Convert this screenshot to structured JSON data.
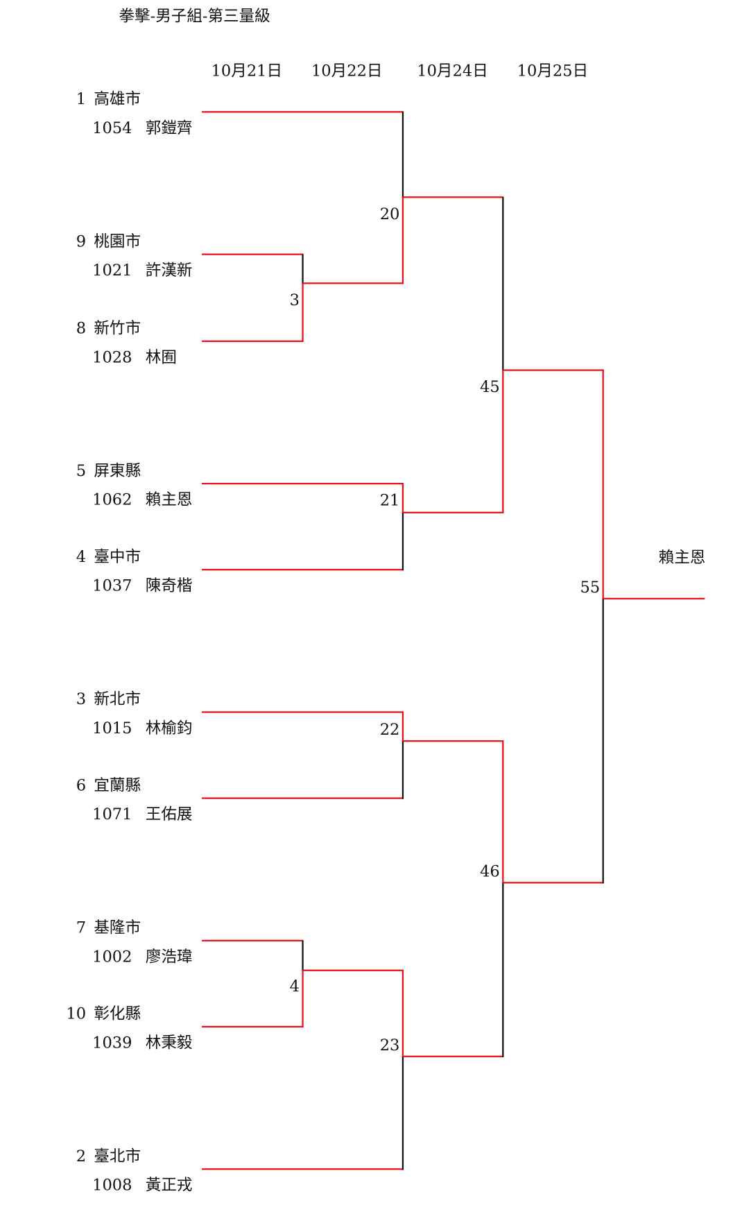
{
  "title": "拳擊-男子組-第三量級",
  "dates": [
    "10月21日",
    "10月22日",
    "10月24日",
    "10月25日"
  ],
  "entries": [
    {
      "seed": "1",
      "team": "高雄市",
      "id": "1054",
      "name": "郭鎧齊"
    },
    {
      "seed": "9",
      "team": "桃園市",
      "id": "1021",
      "name": "許漢新"
    },
    {
      "seed": "8",
      "team": "新竹市",
      "id": "1028",
      "name": "林囿"
    },
    {
      "seed": "5",
      "team": "屏東縣",
      "id": "1062",
      "name": "賴主恩"
    },
    {
      "seed": "4",
      "team": "臺中市",
      "id": "1037",
      "name": "陳奇楷"
    },
    {
      "seed": "3",
      "team": "新北市",
      "id": "1015",
      "name": "林榆鈞"
    },
    {
      "seed": "6",
      "team": "宜蘭縣",
      "id": "1071",
      "name": "王佑展"
    },
    {
      "seed": "7",
      "team": "基隆市",
      "id": "1002",
      "name": "廖浩瑋"
    },
    {
      "seed": "10",
      "team": "彰化縣",
      "id": "1039",
      "name": "林秉毅"
    },
    {
      "seed": "2",
      "team": "臺北市",
      "id": "1008",
      "name": "黃正戎"
    }
  ],
  "matches": [
    {
      "number": "3",
      "winner": "bottom"
    },
    {
      "number": "20",
      "winner": "bottom"
    },
    {
      "number": "21",
      "winner": "top"
    },
    {
      "number": "45",
      "winner": "bottom"
    },
    {
      "number": "22",
      "winner": "top"
    },
    {
      "number": "4",
      "winner": "bottom"
    },
    {
      "number": "23",
      "winner": "top"
    },
    {
      "number": "46",
      "winner": "top"
    },
    {
      "number": "55",
      "winner": "top"
    }
  ],
  "champion": "賴主恩",
  "colors": {
    "win": "#e8121a",
    "lose": "#111111"
  }
}
